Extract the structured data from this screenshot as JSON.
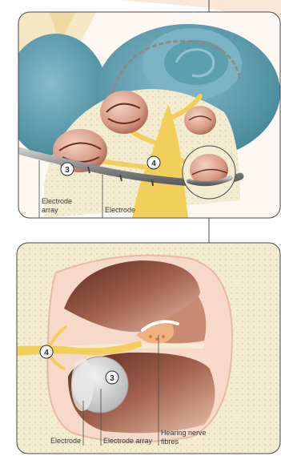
{
  "top_panel": {
    "badges": {
      "electrode_badge": "3",
      "nerve_badge": "4"
    },
    "labels": {
      "electrode_array_line1": "Electrode",
      "electrode_array_line2": "array",
      "electrode": "Electrode"
    }
  },
  "bottom_panel": {
    "badges": {
      "nerve_badge": "4",
      "electrode_badge": "3"
    },
    "labels": {
      "electrode": "Electrode",
      "electrode_array": "Electrode array",
      "hearing_nerve_line1": "Hearing nerve",
      "hearing_nerve_line2": "fibres"
    }
  },
  "colors": {
    "cochlea_blue": "#5e9fad",
    "bone_cream": "#f3ecd0",
    "nerve_yellow": "#f1cf5a",
    "chamber_pink": "#e2a78f",
    "chamber_dark": "#7a3a2c",
    "electrode_grey": "#9a9a9a",
    "frame_line": "#4a4a4a"
  }
}
